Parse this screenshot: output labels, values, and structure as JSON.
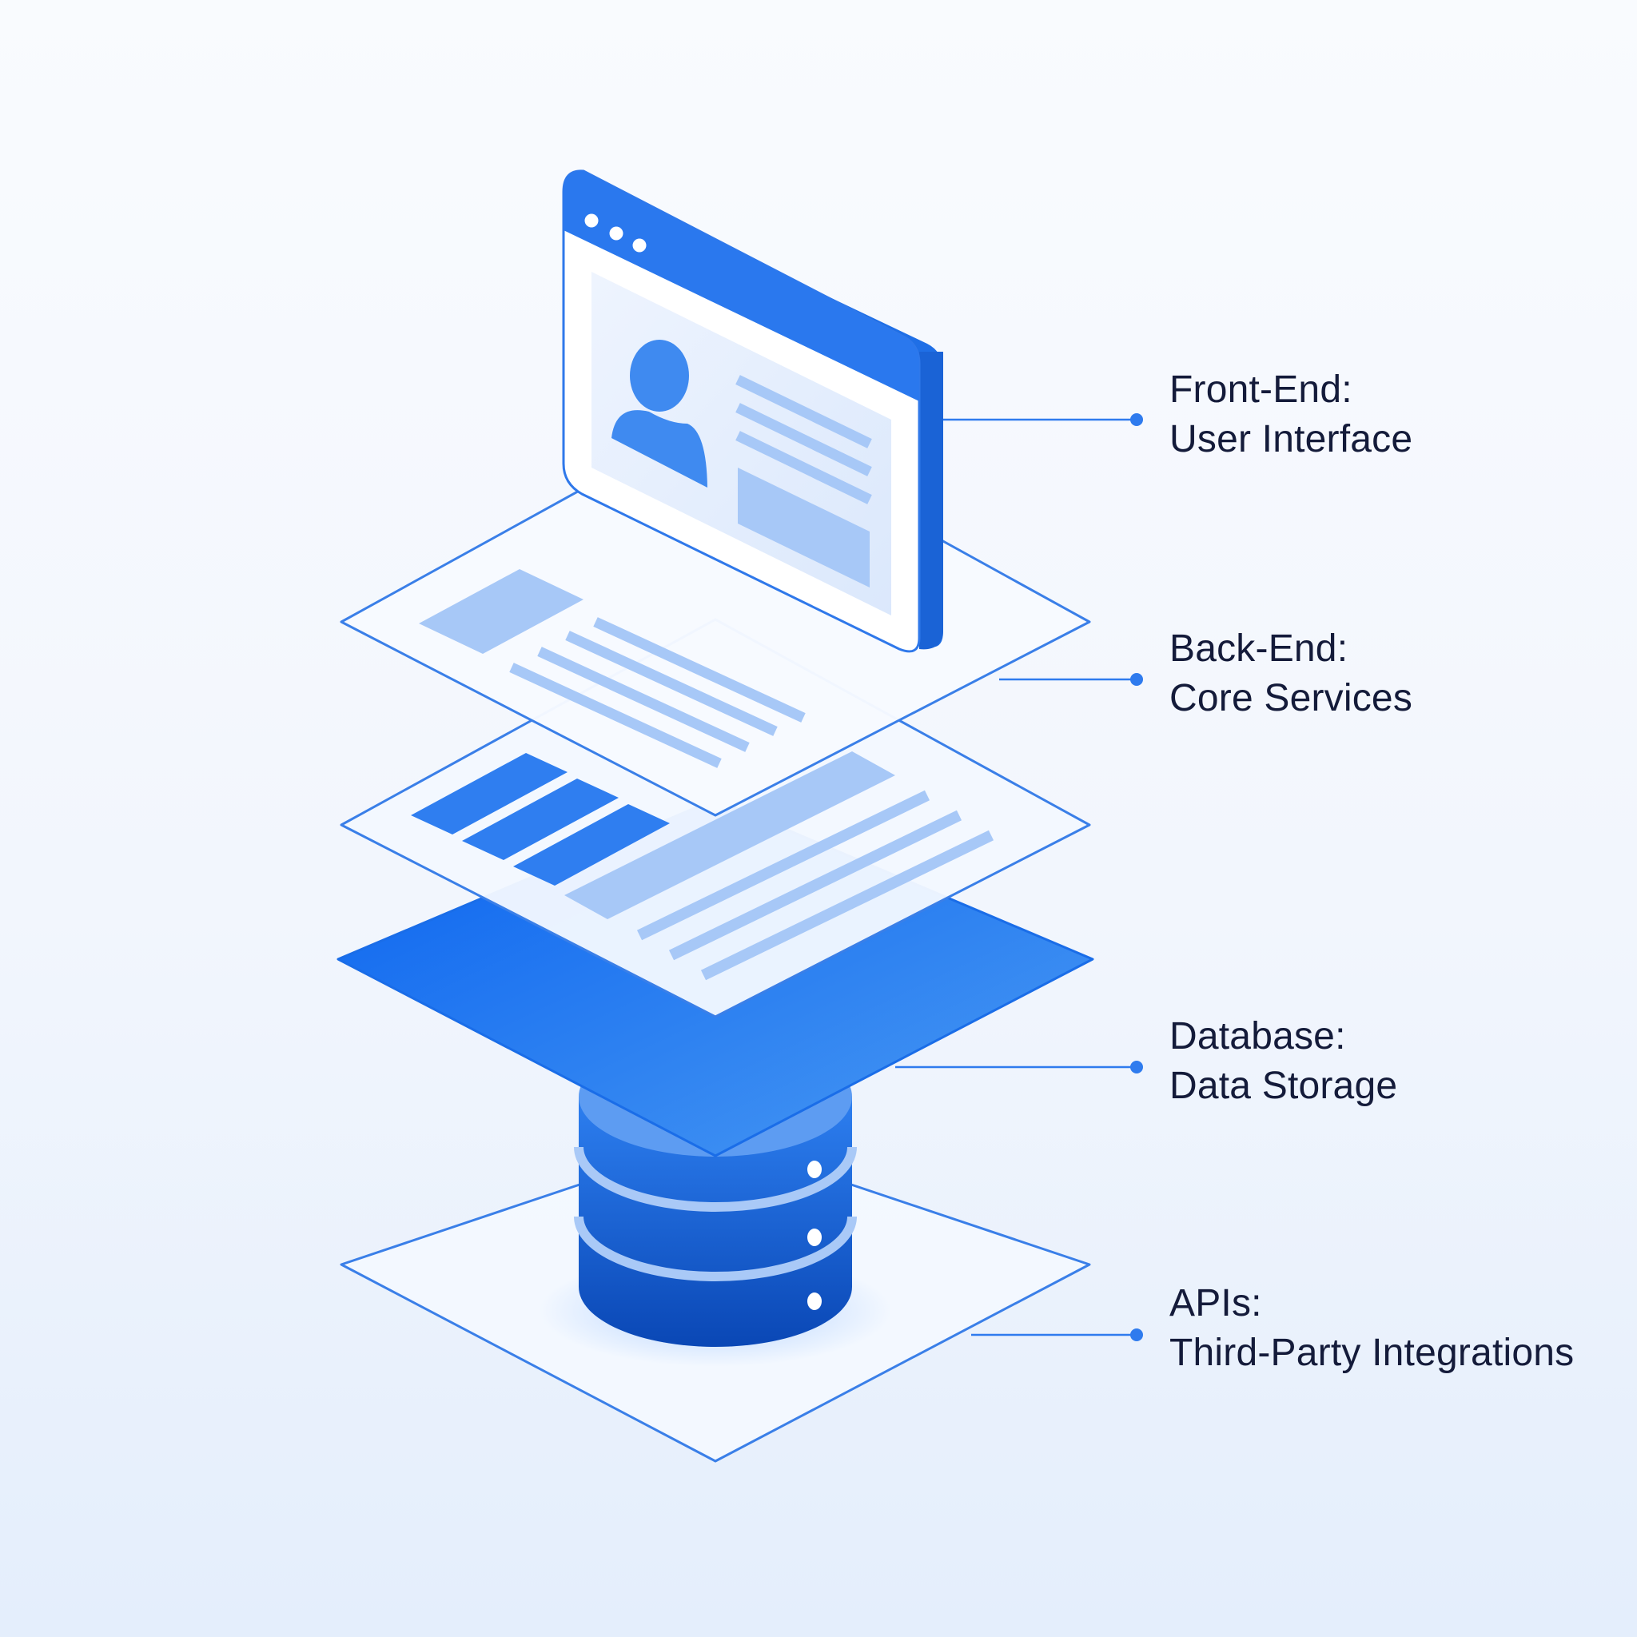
{
  "layers": [
    {
      "id": "frontend",
      "title": "Front-End:",
      "subtitle": "User Interface",
      "icon": "browser-window-icon"
    },
    {
      "id": "backend",
      "title": "Back-End:",
      "subtitle": "Core Services",
      "icon": "content-panel-icon"
    },
    {
      "id": "database",
      "title": "Database:",
      "subtitle": "Data Storage",
      "icon": "database-cylinder-icon"
    },
    {
      "id": "apis",
      "title": "APIs:",
      "subtitle": "Third-Party Integrations",
      "icon": "platform-layer-icon"
    }
  ],
  "colors": {
    "primary": "#1466e6",
    "primary_dark": "#0b4fc2",
    "light_fill": "#a9c9f7",
    "outline": "#3a7fe8",
    "text": "#141b3a"
  }
}
